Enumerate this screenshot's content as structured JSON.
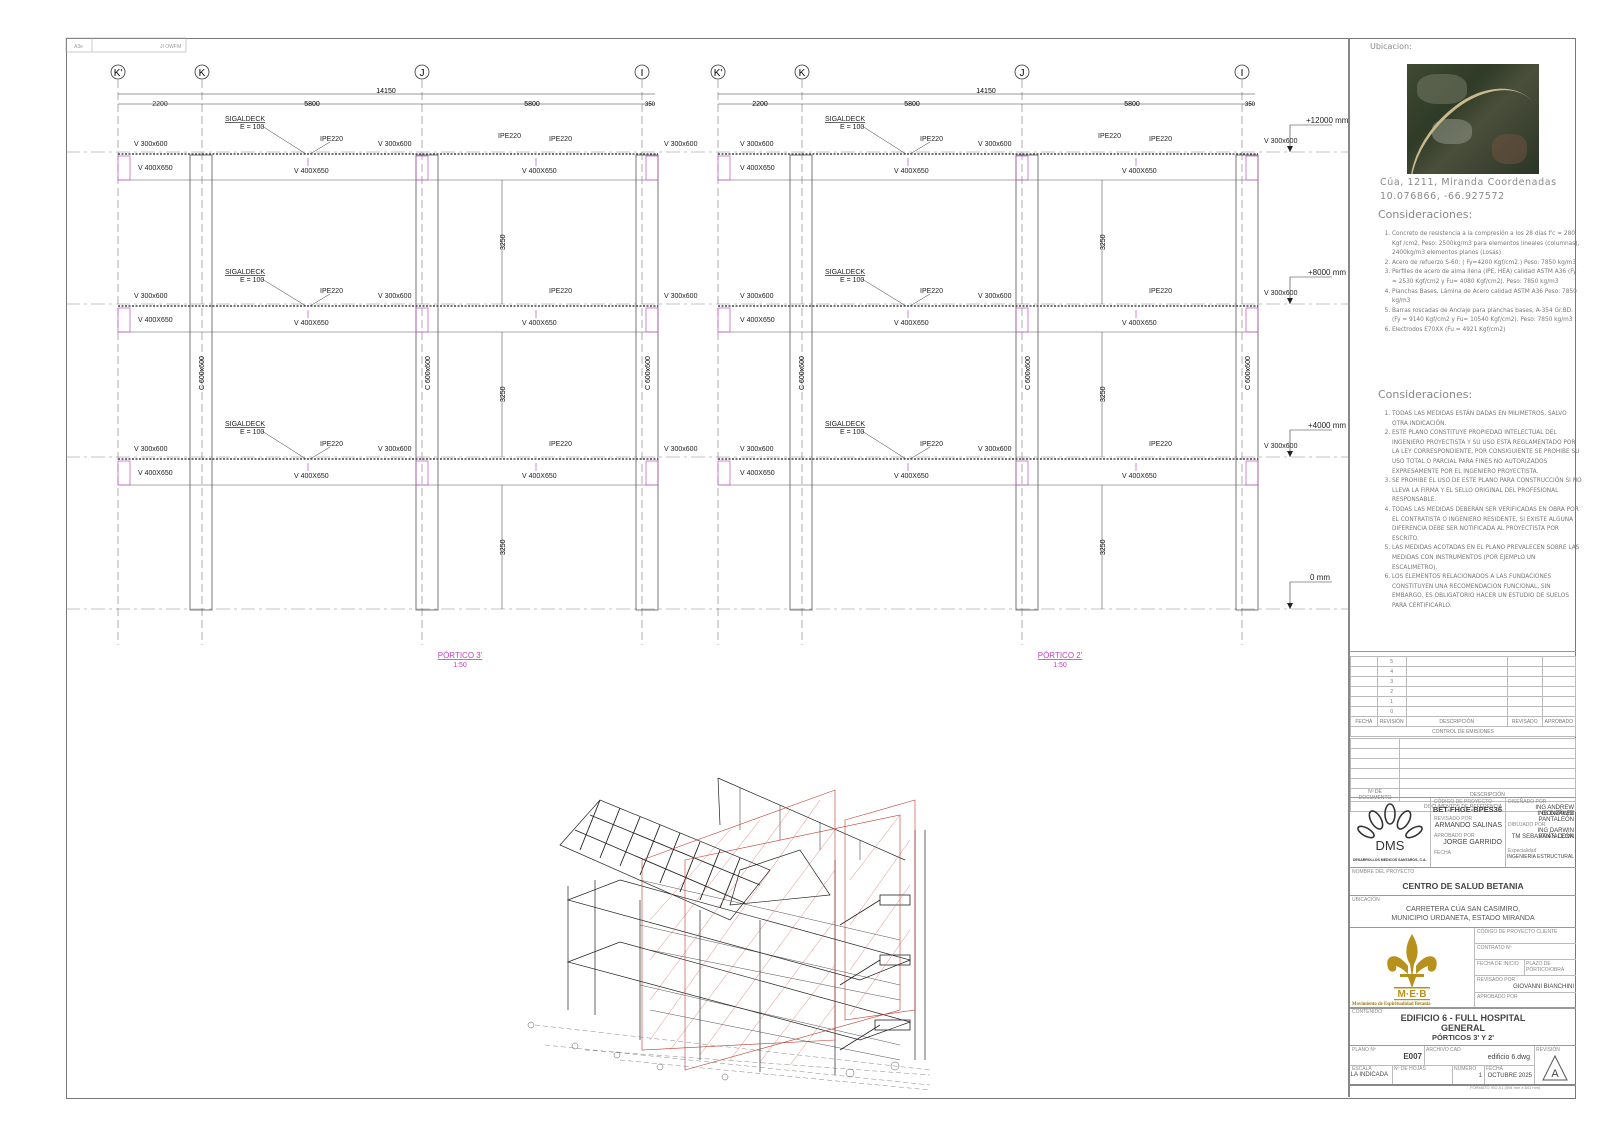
{
  "sheet": {
    "corner_labels": [
      "A3e",
      "JI OWFM"
    ]
  },
  "porticos": [
    {
      "title": "PÓRTICO 3'",
      "scale": "1:50",
      "axes": [
        "K'",
        "K",
        "J",
        "I"
      ],
      "overall_dimension": "14150",
      "span_dimensions": [
        "2200",
        "5800",
        "5800",
        "350"
      ],
      "floor_height_dims": [
        "3250",
        "3250",
        "3250"
      ],
      "levels": [
        "+12000 mm",
        "+8000 mm",
        "+4000 mm",
        "0 mm"
      ],
      "slab_label": "SIGALDECK",
      "slab_thickness": "E = 100",
      "beam_labels": {
        "secondary": "IPE220",
        "edge_beam": "V 300x600",
        "main_beam": "V 400X650"
      },
      "column_label": "C 600x600"
    },
    {
      "title": "PÓRTICO 2'",
      "scale": "1:50",
      "axes": [
        "K'",
        "K",
        "J",
        "I"
      ],
      "overall_dimension": "14150",
      "span_dimensions": [
        "2200",
        "5800",
        "5800",
        "350"
      ],
      "floor_height_dims": [
        "3250",
        "3250",
        "3250"
      ],
      "levels": [
        "+12000 mm",
        "+8000 mm",
        "+4000 mm",
        "0 mm"
      ],
      "slab_label": "SIGALDECK",
      "slab_thickness": "E = 100",
      "beam_labels": {
        "secondary": "IPE220",
        "edge_beam": "V 300x600",
        "main_beam": "V 400X650"
      },
      "column_label": "C 600x600"
    }
  ],
  "isometric": {
    "description": "3D isometric structural model",
    "highlight_color": "#c0392b"
  },
  "title_block": {
    "location_label": "Ubicacion:",
    "coordinates_line1": "Cúa, 1211, Miranda Coordenadas",
    "coordinates_line2": "10.076866, -66.927572",
    "considerations_title_1": "Consideraciones:",
    "considerations_1": [
      "Concreto de resistencia a la compresión a los 28 días f'c = 280 Kgf /cm2, Peso: 2500kg/m3 para elementos lineales (columnas), 2400kg/m3 elementos planos (Losas)",
      "Acero de refuerzo S-60: ( Fy=4200 Kgf/cm2.) Peso: 7850 kg/m3",
      "Perfiles de acero de alma llena (IPE, HEA) calidad ASTM A36 (Fy = 2530 Kgf/cm2 y Fu= 4080 Kgf/cm2). Peso: 7850 kg/m3",
      "Planchas Bases, Lámina de Acero calidad ASTM A36 Peso: 7850 kg/m3",
      "Barras roscadas de Anclaje para planchas bases, A-354 Gr.BD. (Fy = 9140 Kgf/cm2 y Fu= 10540 Kgf/cm2). Peso: 7850 kg/m3",
      "Electrodos E70XX (Fu = 4921 Kgf/cm2)"
    ],
    "considerations_title_2": "Consideraciones:",
    "considerations_2": [
      "TODAS LAS MEDIDAS ESTÁN DADAS EN MILIMETROS, SALVO OTRA INDICACIÓN.",
      "ESTE PLANO CONSTITUYE PROPIEDAD INTELECTUAL DEL INGENIERO PROYECTISTA Y SU USO ESTÁ REGLAMENTADO POR LA LEY CORRESPONDIENTE, POR CONSIGUIENTE SE PROHIBE SU USO TOTAL O PARCIAL PARA FINES NO AUTORIZADOS EXPRESAMENTE POR EL INGENIERO PROYECTISTA.",
      "SE PROHIBE EL USO DE ESTE PLANO PARA CONSTRUCCIÓN SI NO LLEVA LA FIRMA Y EL SELLO ORIGINAL DEL PROFESIONAL RESPONSABLE.",
      "TODAS LAS MEDIDAS DEBERÁN SER VERIFICADAS EN OBRA POR EL CONTRATISTA O INGENIERO RESIDENTE, SI EXISTE ALGUNA DIFERENCIA DEBE SER NOTIFICADA AL PROYECTISTA POR ESCRITO.",
      "LAS MEDIDAS ACOTADAS EN EL PLANO PREVALECEN SOBRE LAS MEDIDAS CON INSTRUMENTOS (POR EJEMPLO UN ESCALIMETRO).",
      "LOS ELEMENTOS RELACIONADOS A LAS FUNDACIONES CONSTITUYEN UNA RECOMENDACION FUNCIONAL, SIN EMBARGO, ES OBLIGATORIO HACER UN ESTUDIO DE SUELOS PARA CERTIFICARLO."
    ],
    "revisions": {
      "rows": [
        "5",
        "4",
        "3",
        "2",
        "1",
        "0"
      ],
      "headers": [
        "FECHA",
        "REVISIÓN",
        "DESCRIPCIÓN",
        "REVISADO",
        "APROBADO"
      ],
      "caption": "CONTROL DE EMISIONES"
    },
    "references": {
      "headers": [
        "Nº DE DOCUMENTO",
        "DESCRIPCIÓN"
      ],
      "caption": "DOCUMENTOS DE REFERENCIA"
    },
    "company": {
      "logo_text": "DMS",
      "logo_sub": "DESARROLLOS MEDICOS SANTAROS, C.A.",
      "codigo_label": "CÓDIGO DE PROYECTO",
      "codigo": "BET-FHGE-BPES36",
      "revisado_label": "REVISADO POR",
      "revisado": "ARMANDO SALINAS",
      "aprobado_label": "APROBADO POR",
      "aprobado": "JORGE GARRIDO",
      "fecha_label": "FECHA",
      "disenado_label": "DISEÑADO POR",
      "disenado_1": "ING ANDREW GONZÁLEZ",
      "disenado_2": "ING DARWIN PANTALEÓN",
      "dibujado_label": "DIBUJADO POR",
      "dibujado_1": "ING DARWIN PANTALEÓN",
      "dibujado_2": "TM SEBASTIÁN COVA",
      "especialidad_label": "Especialidad",
      "especialidad": "INGENIERIA ESTRUCTURAL"
    },
    "project": {
      "name_label": "NOMBRE DEL PROYECTO",
      "name": "CENTRO DE SALUD BETANIA",
      "location_label": "UBICACIÓN",
      "location_1": "CARRETERA CÚA SAN CASIMIRO,",
      "location_2": "MUNICIPIO URDANETA, ESTADO MIRANDA"
    },
    "client": {
      "logo_text": "M·E·B",
      "logo_caption": "Movimiento de Espiritualidad Betania",
      "logo_color": "#b8901c",
      "codigo_cliente_label": "CÓDIGO DE PROYECTO CLIENTE",
      "contrato_label": "CONTRATO Nº",
      "fecha_inicio_label": "FECHA DE INICIO",
      "plazo_label": "PLAZO DE PÓRTICO/OBRA",
      "revisado_label": "REVISADO POR",
      "revisado": "GIOVANNI BIANCHINI",
      "aprobado_label": "APROBADO POR"
    },
    "content": {
      "label": "CONTENIDO",
      "line1": "EDIFICIO 6 - FULL HOSPITAL",
      "line2": "GENERAL",
      "line3": "PÓRTICOS 3' Y 2'"
    },
    "footer": {
      "plano_label": "PLANO Nº",
      "plano": "E007",
      "archivo_label": "ARCHIVO CAD",
      "archivo": "edificio 6.dwg",
      "revision_label": "REVISIÓN",
      "revision": "A",
      "escala_label": "ESCALA",
      "escala": "LA INDICADA",
      "hojas_label": "Nº DE HOJAS",
      "numero_label": "NUMERO",
      "numero": "1",
      "fecha_label": "FECHA",
      "fecha": "OCTUBRE 2025",
      "formato": "FORMATO ISO A1 (594 mm x 841 mm)"
    }
  }
}
